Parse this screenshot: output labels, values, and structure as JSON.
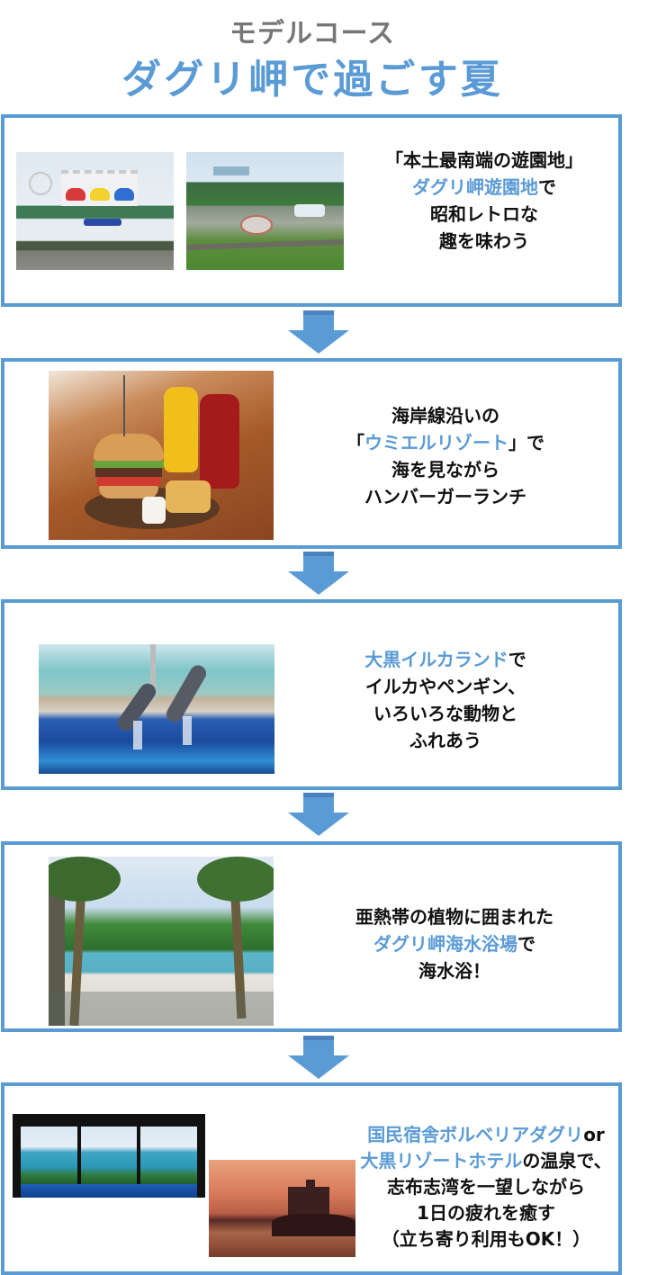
{
  "header": {
    "subtitle": "モデルコース",
    "title": "ダグリ岬で過ごす夏"
  },
  "colors": {
    "accent": "#5b9bd5",
    "subtitle_gray": "#767676",
    "text": "#111111"
  },
  "steps": [
    {
      "photos": [
        "amusement-park-entrance-photo",
        "amusement-park-aerial-photo"
      ],
      "lines": [
        {
          "pre": "「本土最南端の遊園地」",
          "hl": "",
          "post": ""
        },
        {
          "pre": "",
          "hl": "ダグリ岬遊園地",
          "post": "で"
        },
        {
          "pre": "昭和レトロな",
          "hl": "",
          "post": ""
        },
        {
          "pre": "趣を味わう",
          "hl": "",
          "post": ""
        }
      ]
    },
    {
      "photos": [
        "hamburger-lunch-photo"
      ],
      "lines": [
        {
          "pre": "海岸線沿いの",
          "hl": "",
          "post": ""
        },
        {
          "pre": "「",
          "hl": "ウミエルリゾート",
          "post": "」で"
        },
        {
          "pre": "海を見ながら",
          "hl": "",
          "post": ""
        },
        {
          "pre": "ハンバーガーランチ",
          "hl": "",
          "post": ""
        }
      ]
    },
    {
      "photos": [
        "dolphin-show-photo"
      ],
      "lines": [
        {
          "pre": "",
          "hl": "大黒イルカランド",
          "post": "で"
        },
        {
          "pre": "イルカやペンギン、",
          "hl": "",
          "post": ""
        },
        {
          "pre": "いろいろな動物と",
          "hl": "",
          "post": ""
        },
        {
          "pre": "ふれあう",
          "hl": "",
          "post": ""
        }
      ]
    },
    {
      "photos": [
        "beach-palm-trees-photo"
      ],
      "lines": [
        {
          "pre": "亜熱帯の植物に囲まれた",
          "hl": "",
          "post": ""
        },
        {
          "pre": "",
          "hl": "ダグリ岬海水浴場",
          "post": "で"
        },
        {
          "pre": "海水浴！",
          "hl": "",
          "post": ""
        }
      ]
    },
    {
      "photos": [
        "hot-spring-ocean-view-photo",
        "resort-hotel-sunset-photo"
      ],
      "lines": [
        {
          "pre": "",
          "hl": "国民宿舎ボルベリアダグリ",
          "post": "or"
        },
        {
          "pre": "",
          "hl": "大黒リゾートホテル",
          "post": "の温泉で、"
        },
        {
          "pre": "志布志湾を一望しながら",
          "hl": "",
          "post": ""
        },
        {
          "pre": "1日の疲れを癒す",
          "hl": "",
          "post": ""
        },
        {
          "pre": "（立ち寄り利用もOK！）",
          "hl": "",
          "post": ""
        }
      ]
    }
  ],
  "arrows": [
    "down-arrow",
    "down-arrow",
    "down-arrow",
    "down-arrow"
  ]
}
